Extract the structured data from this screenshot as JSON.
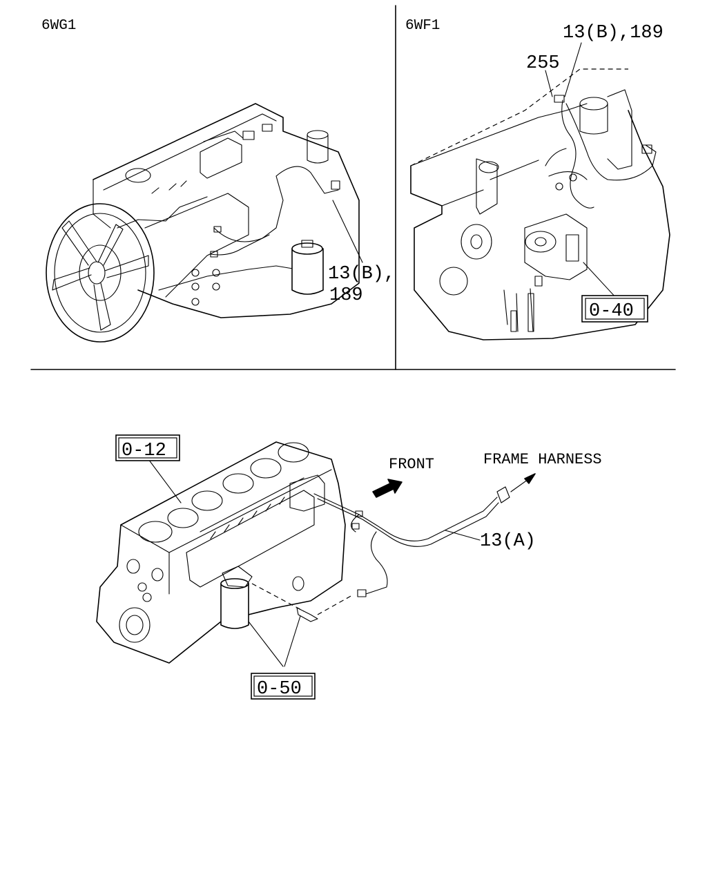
{
  "panels": {
    "top_left": {
      "title": "6WG1",
      "callout": [
        "13(B),",
        "189"
      ]
    },
    "top_right": {
      "title": "6WF1",
      "callout_a": "13(B),189",
      "callout_b": "255",
      "ref_box": "0-40"
    },
    "bottom": {
      "ref_box_block": "0-12",
      "ref_box_filter": "0-50",
      "front_label": "FRONT",
      "frame_harness_label": "FRAME HARNESS",
      "harness_label": "13(A)"
    }
  }
}
